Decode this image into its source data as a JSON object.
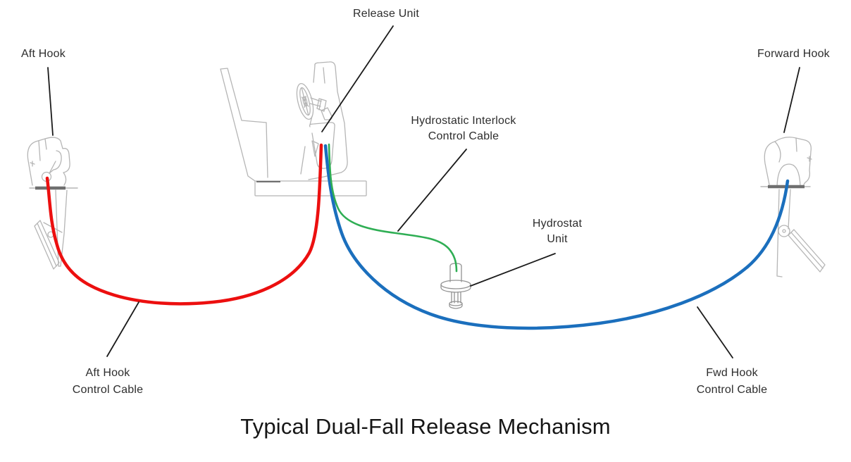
{
  "title": "Typical Dual-Fall Release Mechanism",
  "labels": {
    "aft_hook": "Aft Hook",
    "release_unit": "Release Unit",
    "hydrostatic_interlock": {
      "line1": "Hydrostatic Interlock",
      "line2": "Control Cable"
    },
    "hydrostat_unit": {
      "line1": "Hydrostat",
      "line2": "Unit"
    },
    "forward_hook": "Forward Hook",
    "aft_hook_cable": {
      "line1": "Aft Hook",
      "line2": "Control Cable"
    },
    "fwd_hook_cable": {
      "line1": "Fwd Hook",
      "line2": "Control Cable"
    }
  },
  "colors": {
    "aft_hook_cable": "#ec0f0f",
    "fwd_hook_cable": "#1b6fbd",
    "interlock_cable": "#2fae54",
    "leader_line": "#1b1b1b",
    "sketch": "#b5b5b5",
    "sketch_dark": "#6f6f6f"
  }
}
